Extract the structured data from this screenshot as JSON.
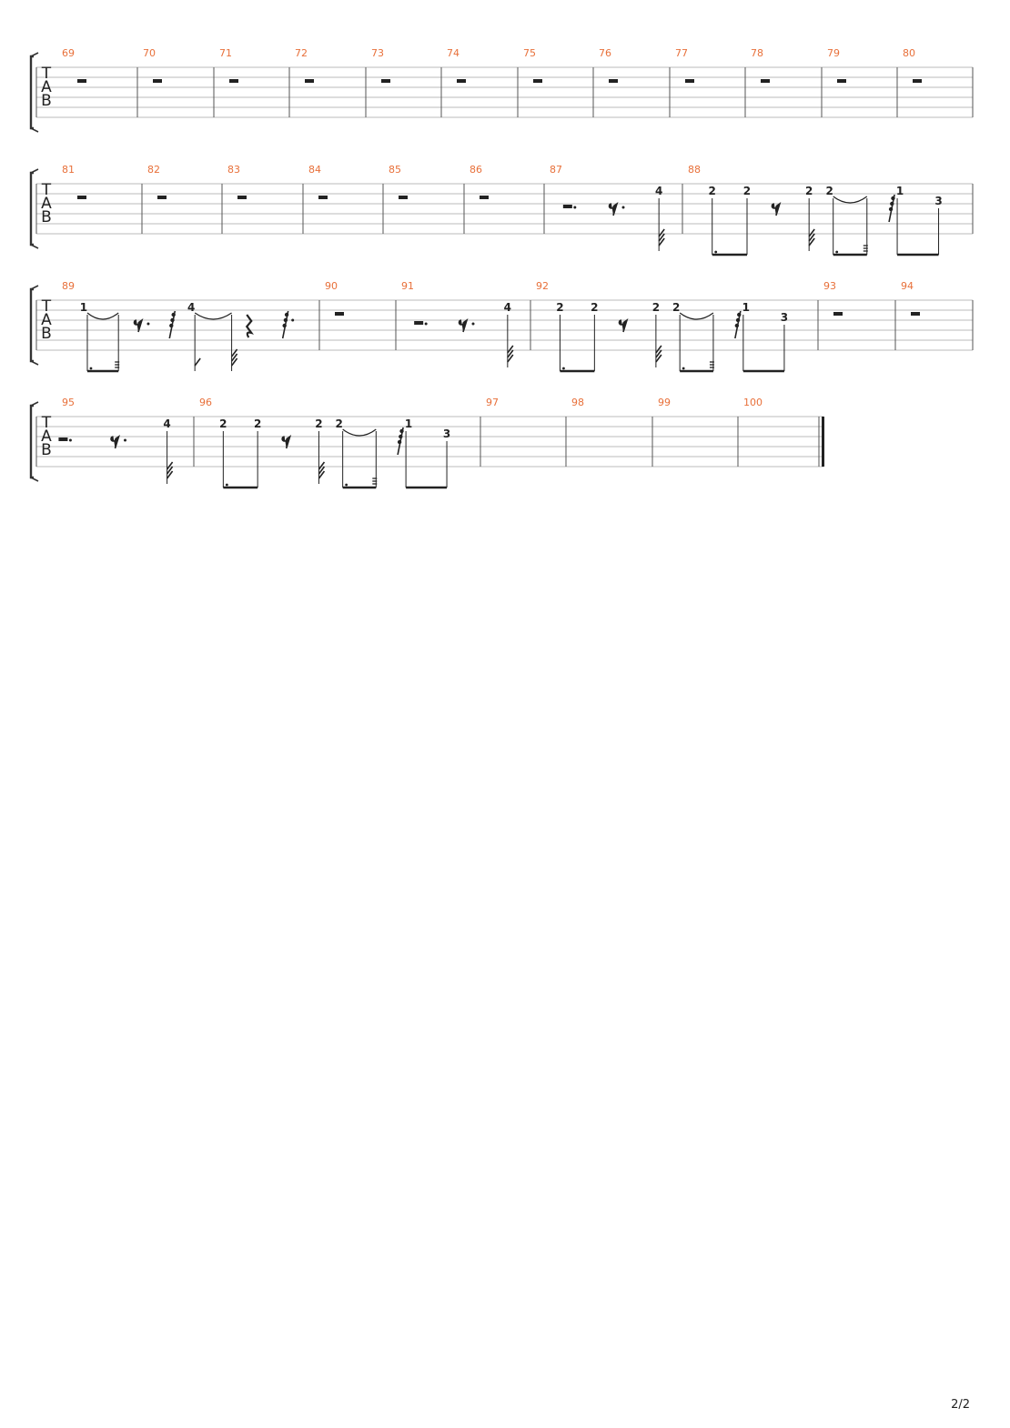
{
  "document": {
    "page_indicator": "2/2",
    "clef_letters": [
      "T",
      "A",
      "B"
    ],
    "colors": {
      "measure_number": "#e8703a",
      "staff_line": "#bbbbbb",
      "ink": "#222222",
      "barline": "#555555",
      "bracket": "#333333"
    }
  },
  "systems": [
    {
      "measures": [
        {
          "number": "69",
          "content": "whole_rest"
        },
        {
          "number": "70",
          "content": "whole_rest"
        },
        {
          "number": "71",
          "content": "whole_rest"
        },
        {
          "number": "72",
          "content": "whole_rest"
        },
        {
          "number": "73",
          "content": "whole_rest"
        },
        {
          "number": "74",
          "content": "whole_rest"
        },
        {
          "number": "75",
          "content": "whole_rest"
        },
        {
          "number": "76",
          "content": "whole_rest"
        },
        {
          "number": "77",
          "content": "whole_rest"
        },
        {
          "number": "78",
          "content": "whole_rest"
        },
        {
          "number": "79",
          "content": "whole_rest"
        },
        {
          "number": "80",
          "content": "whole_rest"
        }
      ]
    },
    {
      "measures": [
        {
          "number": "81",
          "content": "whole_rest"
        },
        {
          "number": "82",
          "content": "whole_rest"
        },
        {
          "number": "83",
          "content": "whole_rest"
        },
        {
          "number": "84",
          "content": "whole_rest"
        },
        {
          "number": "85",
          "content": "whole_rest"
        },
        {
          "number": "86",
          "content": "whole_rest"
        },
        {
          "number": "87",
          "content": "pickup_4"
        },
        {
          "number": "88",
          "content": "riff_a"
        }
      ]
    },
    {
      "measures": [
        {
          "number": "89",
          "content": "riff_b"
        },
        {
          "number": "90",
          "content": "whole_rest"
        },
        {
          "number": "91",
          "content": "pickup_4"
        },
        {
          "number": "92",
          "content": "riff_a"
        },
        {
          "number": "93",
          "content": "whole_rest"
        },
        {
          "number": "94",
          "content": "whole_rest"
        }
      ]
    },
    {
      "measures": [
        {
          "number": "95",
          "content": "pickup_4"
        },
        {
          "number": "96",
          "content": "riff_a"
        },
        {
          "number": "97",
          "content": "empty"
        },
        {
          "number": "98",
          "content": "empty"
        },
        {
          "number": "99",
          "content": "empty"
        },
        {
          "number": "100",
          "content": "empty"
        }
      ]
    }
  ],
  "fret_numbers": {
    "m87": [
      "4"
    ],
    "m88": [
      "2",
      "2",
      "2",
      "2",
      "1",
      "3"
    ],
    "m89": [
      "1",
      "4"
    ],
    "m91": [
      "4"
    ],
    "m92": [
      "2",
      "2",
      "2",
      "2",
      "1",
      "3"
    ],
    "m95": [
      "4"
    ],
    "m96": [
      "2",
      "2",
      "2",
      "2",
      "1",
      "3"
    ]
  }
}
